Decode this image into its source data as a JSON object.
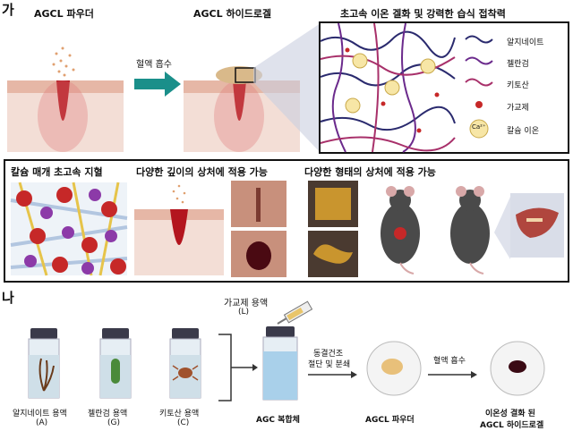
{
  "section_a": {
    "marker": "가",
    "powder_title": "AGCL 파우더",
    "arrow_label": "혈액 흡수",
    "hydrogel_title": "AGCL 하이드로겔",
    "network_title": "초고속 이온 겔화 및 강력한 습식 접착력",
    "legend": [
      {
        "label": "알지네이트",
        "color": "#2a2a6e"
      },
      {
        "label": "젤란검",
        "color": "#6b2a8c"
      },
      {
        "label": "키토산",
        "color": "#a8306a"
      },
      {
        "label": "가교제",
        "color": "#c62828"
      },
      {
        "label": "칼슘 이온",
        "color": "#f7e6a6"
      }
    ],
    "ca_symbol": "Ca²⁺",
    "panel_titles": {
      "hemostasis": "칼슘 매개 초고속 지혈",
      "depth": "다양한 깊이의 상처에 적용 가능",
      "shape": "다양한 형태의 상처에 적용 가능"
    }
  },
  "section_b": {
    "marker": "나",
    "crosslinker_label": "가교제 용액",
    "crosslinker_code": "(L)",
    "vials": [
      {
        "label": "알지네이트 용액",
        "code": "(A)"
      },
      {
        "label": "젤란검 용액",
        "code": "(G)"
      },
      {
        "label": "키토산 용액",
        "code": "(C)"
      }
    ],
    "complex_label": "AGC 복합체",
    "step_label_1": "동결건조",
    "step_label_2": "절단 및 분쇄",
    "powder_label": "AGCL 파우더",
    "absorb_label": "혈액 흡수",
    "result_label_1": "이온성 결화 된",
    "result_label_2": "AGCL 하이드로겔"
  },
  "colors": {
    "blood": "#b3151e",
    "teal_arrow": "#1a8f8a",
    "skin": "#e8c3b3",
    "gel": "#d9b98a"
  }
}
